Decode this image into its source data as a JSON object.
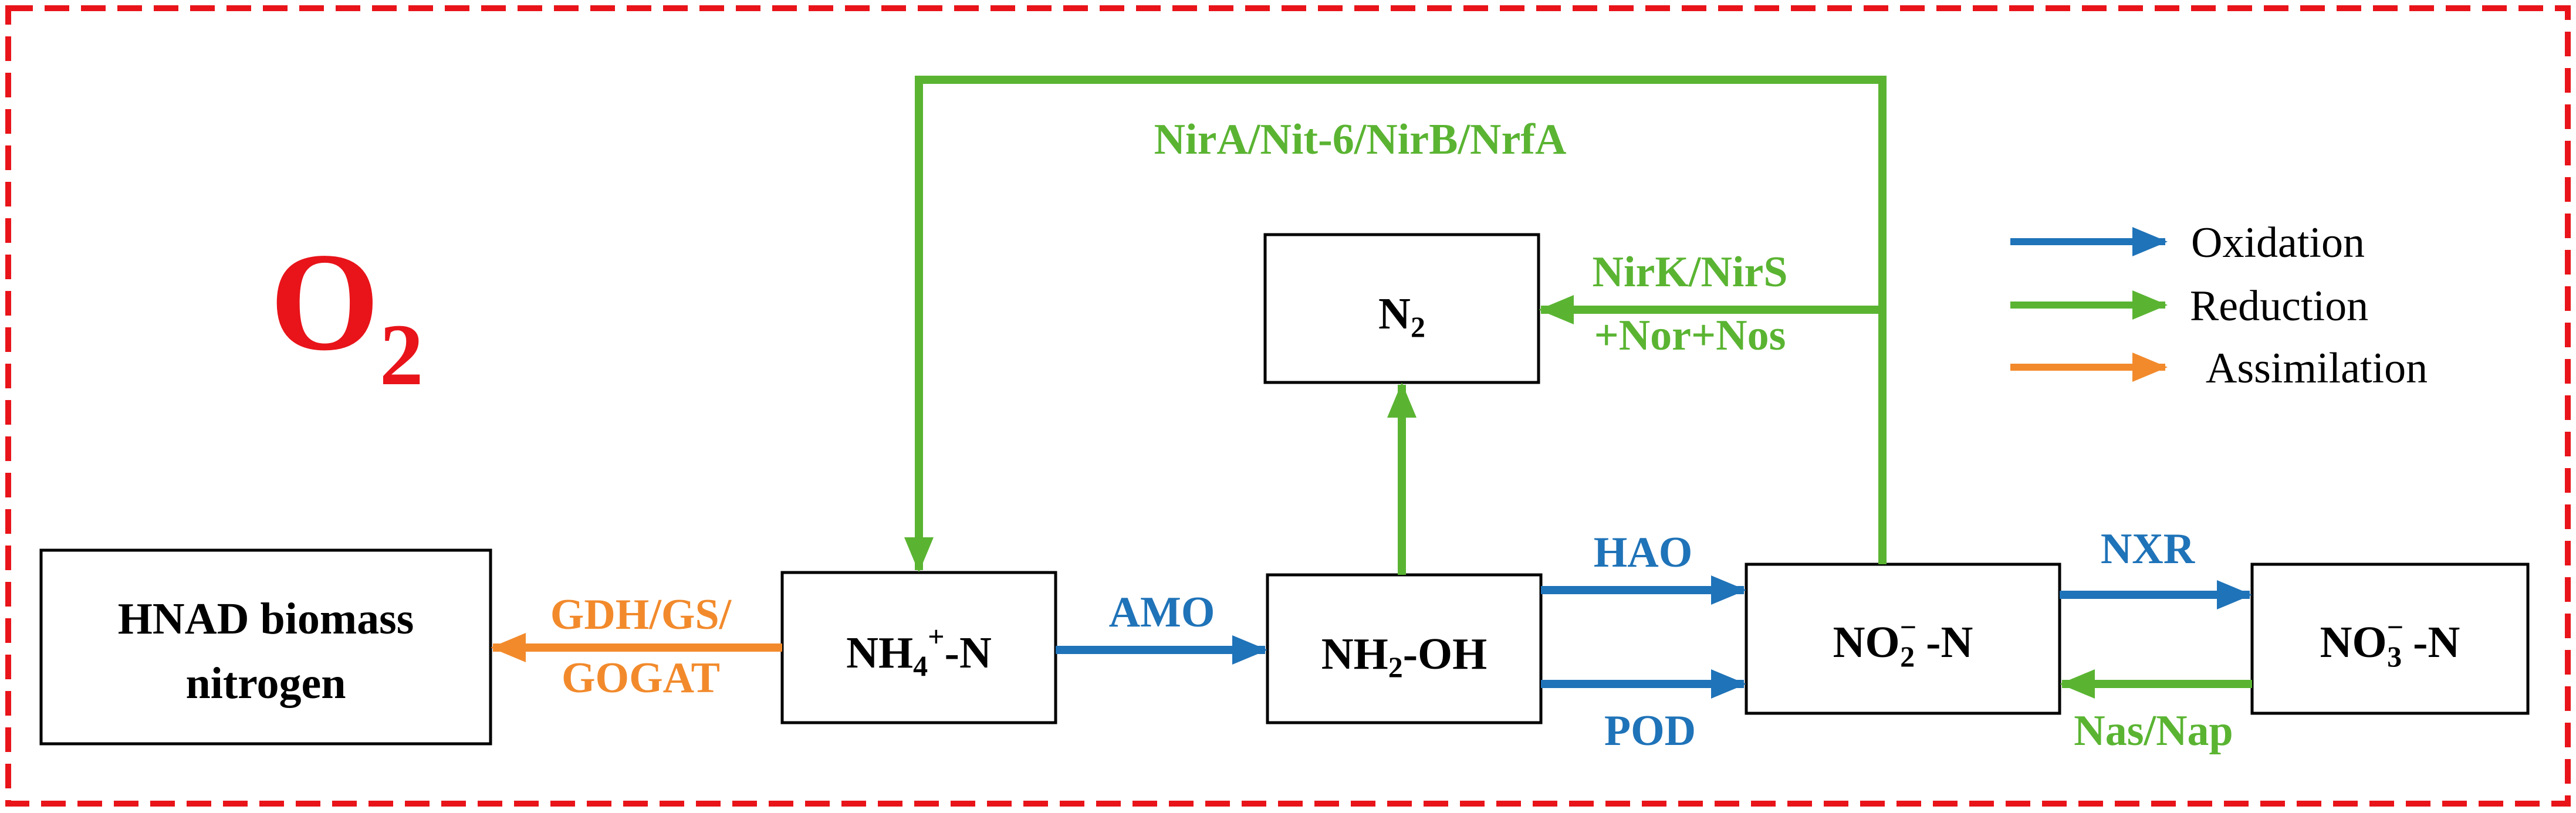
{
  "colors": {
    "oxidation": "#1f73b8",
    "reduction": "#5ab432",
    "assimilation": "#f28a2c",
    "frame": "#e8141a",
    "box_border": "#000000"
  },
  "environment": {
    "main": "O",
    "subscript": "2"
  },
  "nodes": {
    "biomass": {
      "line1": "HNAD biomass",
      "line2": "nitrogen"
    },
    "nh4": {
      "main": "NH",
      "sub": "4",
      "sup": "+",
      "suffix": "-N"
    },
    "nh2oh": {
      "main": "NH",
      "sub": "2",
      "suffix": "-OH"
    },
    "no2": {
      "main": "NO",
      "sub": "2",
      "sup": "−",
      "suffix": " -N"
    },
    "no3": {
      "main": "NO",
      "sub": "3",
      "sup": "−",
      "suffix": " -N"
    },
    "n2": {
      "main": "N",
      "sub": "2"
    }
  },
  "enzymes": {
    "amo": "AMO",
    "hao": "HAO",
    "pod": "POD",
    "nxr": "NXR",
    "nas_nap": "Nas/Nap",
    "gdh_gs": "GDH/GS/",
    "gogat": "GOGAT",
    "nirk_nirs": "NirK/NirS",
    "nor_nos": "+Nor+Nos",
    "nira_group": "NirA/Nit-6/NirB/NrfA"
  },
  "legend": [
    {
      "label": "Oxidation",
      "color": "#1f73b8"
    },
    {
      "label": "Reduction",
      "color": "#5ab432"
    },
    {
      "label": "Assimilation",
      "color": "#f28a2c"
    }
  ]
}
